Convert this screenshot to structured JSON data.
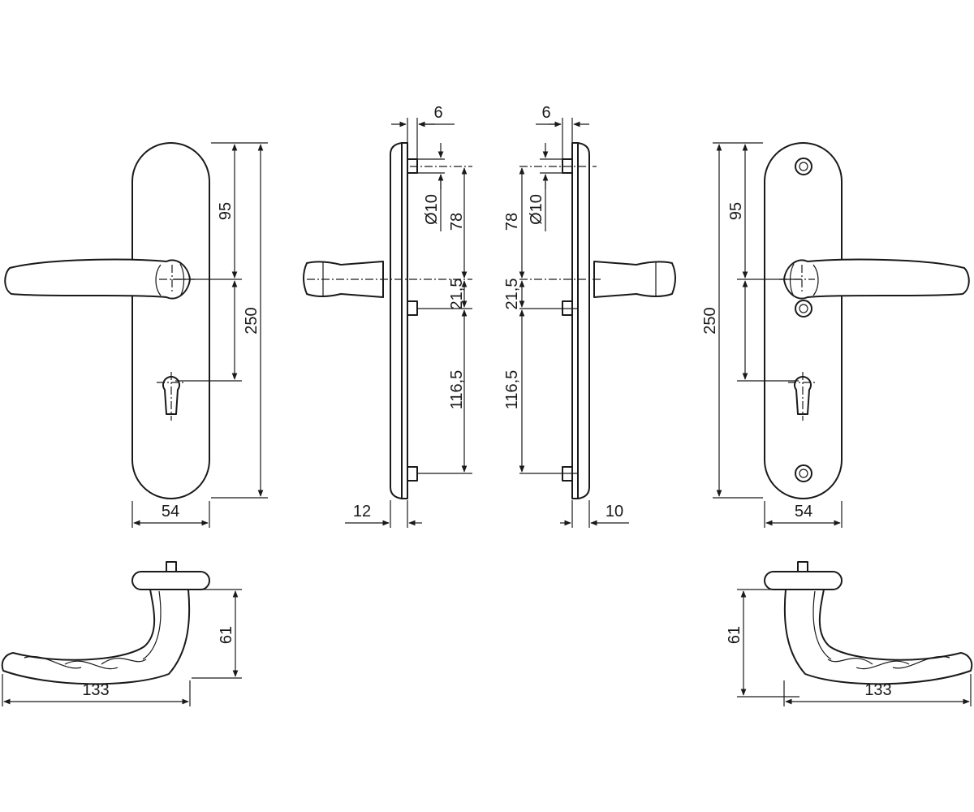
{
  "drawing": {
    "front_left": {
      "width_label": "54",
      "height_label": "250",
      "spacing_label": "95"
    },
    "side_left": {
      "plate_offset_label": "6",
      "diameter_label": "Ø10",
      "d1_label": "78",
      "d2_label": "21,5",
      "d3_label": "116,5",
      "depth_label": "12"
    },
    "side_right": {
      "plate_offset_label": "6",
      "diameter_label": "Ø10",
      "d1_label": "78",
      "d2_label": "21,5",
      "d3_label": "116,5",
      "depth_label": "10"
    },
    "front_right": {
      "width_label": "54",
      "height_label": "250",
      "spacing_label": "95"
    },
    "handle_left": {
      "height_label": "61",
      "length_label": "133"
    },
    "handle_right": {
      "height_label": "61",
      "length_label": "133"
    }
  }
}
